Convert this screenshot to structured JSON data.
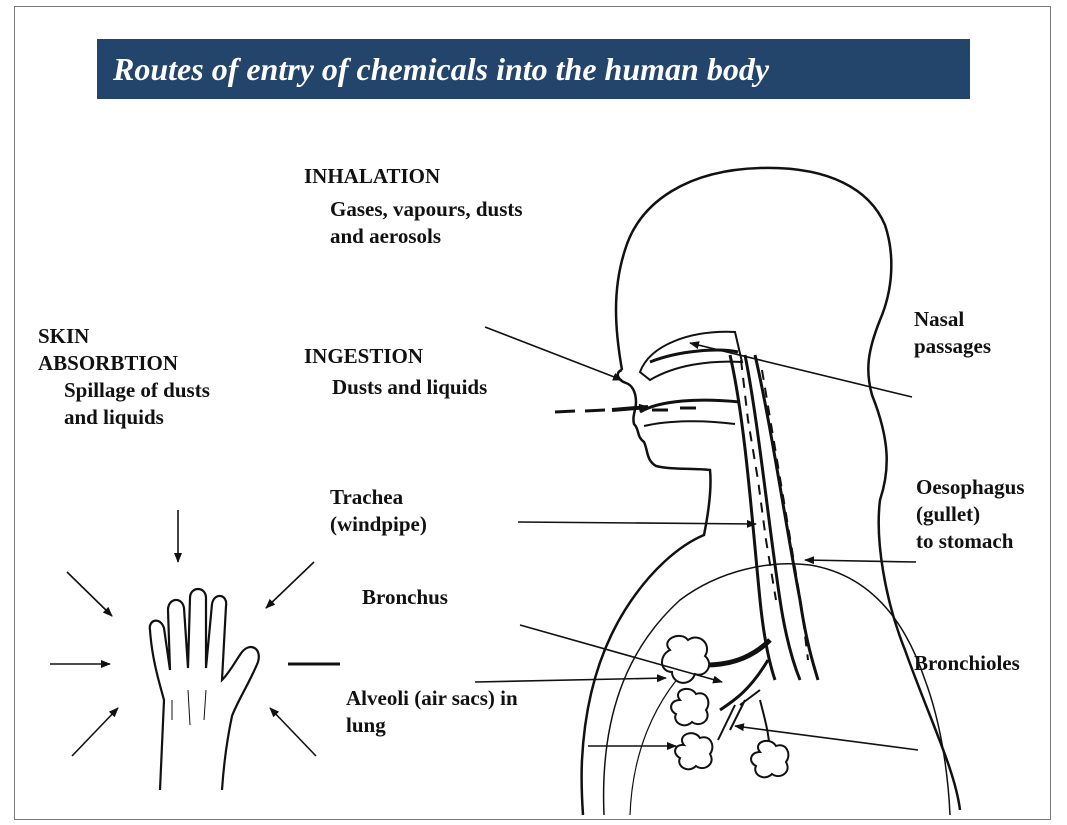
{
  "title": "Routes of entry of chemicals into the human body",
  "routes": {
    "inhalation": {
      "heading": "INHALATION",
      "line1": "Gases, vapours, dusts",
      "line2": "and aerosols"
    },
    "ingestion": {
      "heading": "INGESTION",
      "line1": "Dusts and liquids"
    },
    "skin": {
      "heading1": "SKIN",
      "heading2": "ABSORBTION",
      "line1": "Spillage of dusts",
      "line2": "and liquids"
    }
  },
  "anatomy": {
    "trachea": {
      "line1": "Trachea",
      "line2": "(windpipe)"
    },
    "bronchus": "Bronchus",
    "alveoli": {
      "line1": "Alveoli (air sacs) in",
      "line2": "lung"
    },
    "nasal": {
      "line1": "Nasal",
      "line2": "passages"
    },
    "oesophagus": {
      "line1": "Oesophagus",
      "line2": "(gullet)",
      "line3": "to stomach"
    },
    "bronchioles": "Bronchioles"
  },
  "colors": {
    "banner": "#24456b",
    "banner_text": "#ffffff",
    "ink": "#111111"
  }
}
